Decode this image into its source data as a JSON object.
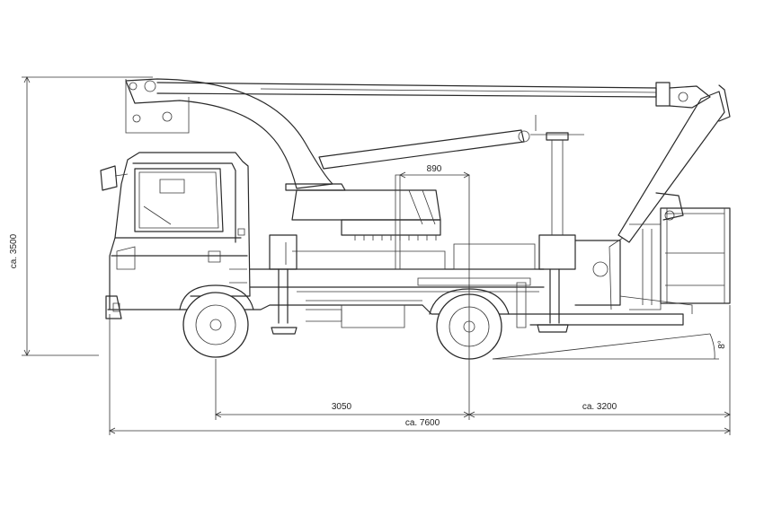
{
  "dimensions": {
    "height_total": "ca. 3500",
    "wheelbase": "3050",
    "rear_overhang": "ca. 3200",
    "length_total": "ca. 7600",
    "turret_offset": "890",
    "ramp_angle": "8°"
  }
}
